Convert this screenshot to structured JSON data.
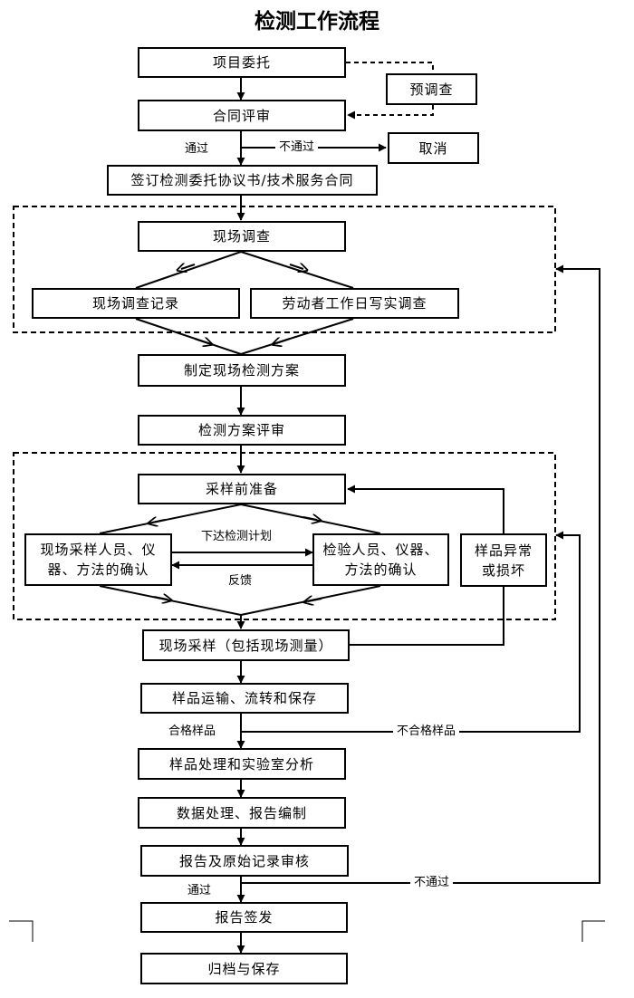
{
  "title": "检测工作流程",
  "nodes": {
    "entrust": "项目委托",
    "pre_survey": "预调查",
    "contract_review": "合同评审",
    "cancel": "取消",
    "sign": "签订检测委托协议书/技术服务合同",
    "site_survey": "现场调查",
    "survey_record": "现场调查记录",
    "worker_diary": "劳动者工作日写实调查",
    "make_plan": "制定现场检测方案",
    "plan_review": "检测方案评审",
    "pre_sampling": "采样前准备",
    "field_confirm": "现场采样人员、仪器、方法的确认",
    "lab_confirm": "检验人员、仪器、方法的确认",
    "abnormal": "样品异常或损坏",
    "field_sampling": "现场采样（包括现场测量）",
    "transport": "样品运输、流转和保存",
    "lab_analysis": "样品处理和实验室分析",
    "data_report": "数据处理、报告编制",
    "report_audit": "报告及原始记录审核",
    "issue": "报告签发",
    "archive": "归档与保存"
  },
  "edge_labels": {
    "pass": "通过",
    "fail": "不通过",
    "issue_plan": "下达检测计划",
    "feedback": "反馈",
    "qualified": "合格样品",
    "unqualified": "不合格样品",
    "pass_2": "通过",
    "fail_2": "不通过"
  }
}
